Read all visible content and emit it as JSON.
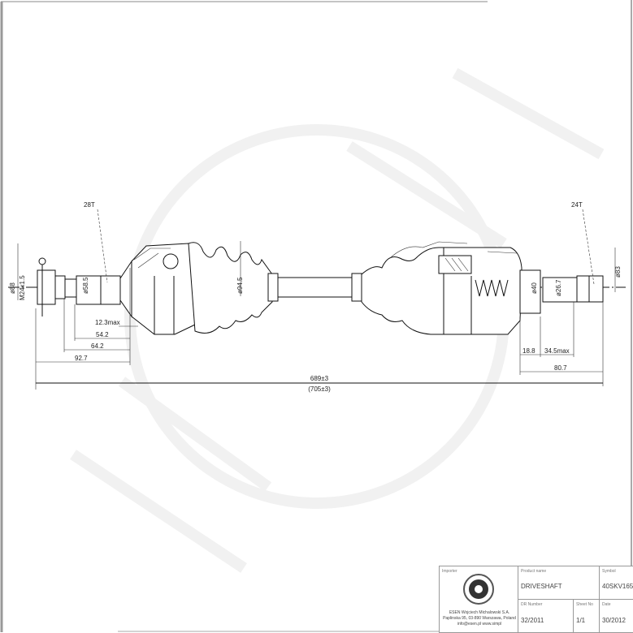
{
  "drawing": {
    "spline_left": "28T",
    "spline_right": "24T",
    "dims_left": {
      "d88": "ø88",
      "thread": "M24x1.5",
      "d58": "ø58.5",
      "d94": "ø94.5",
      "d12": "12.3max",
      "d54": "54.2",
      "d64": "64.2",
      "d92": "92.7"
    },
    "dims_right": {
      "d40": "ø40",
      "d26": "ø26.7",
      "d83": "ø83",
      "d18": "18.8",
      "d34": "34.5max",
      "d80": "80.7"
    },
    "length": "689±3",
    "length_alt": "(705±3)"
  },
  "title_block": {
    "importer_label": "Importer",
    "importer_text": "ESEN Wojciech Michalowski S.A. Paplinska 95, 03-890 Warszawa, Poland info@esen.pl www.simpl",
    "product_name_label": "Product name",
    "product_name": "DRIVESHAFT",
    "symbol_label": "Symbol",
    "symbol": "40SKV165",
    "drawing_number_label": "DR Number",
    "drawing_number": "32/2011",
    "sheet_label": "Sheet No",
    "sheet": "1/1",
    "date_label": "Date",
    "date": "30/2012"
  }
}
